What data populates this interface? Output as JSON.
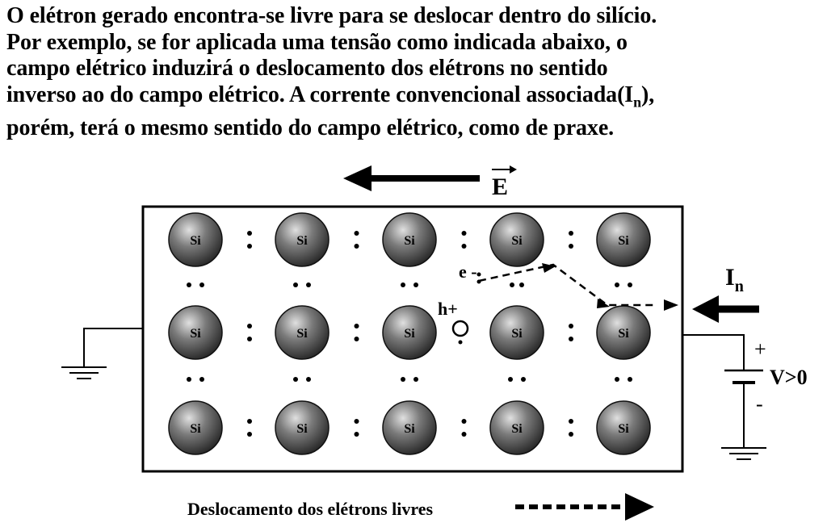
{
  "paragraph": {
    "line1": "O elétron gerado encontra-se livre para se deslocar dentro do silício.",
    "line2": "Por exemplo, se for aplicada uma tensão como indicada abaixo, o",
    "line3": "campo elétrico induzirá o deslocamento dos elétrons no sentido",
    "line4_main": "inverso ao do campo elétrico. A corrente convencional associada(I",
    "line4_sub": "n",
    "line4_end": "),",
    "line5": "porém, terá o mesmo sentido do campo elétrico, como de praxe."
  },
  "diagram": {
    "field_label": "E",
    "atom_label": "Si",
    "electron_label": "e -",
    "hole_label": "h+",
    "current_label": "I",
    "current_sub": "n",
    "voltage_label": "V>0",
    "plus_sign": "+",
    "minus_sign": "-",
    "legend_text": "Deslocamento dos elétrons livres"
  },
  "colors": {
    "ink": "#000000",
    "atom_highlight": "#e0e0e0",
    "atom_mid": "#7a7a7a",
    "atom_shadow": "#2a2a2a"
  }
}
